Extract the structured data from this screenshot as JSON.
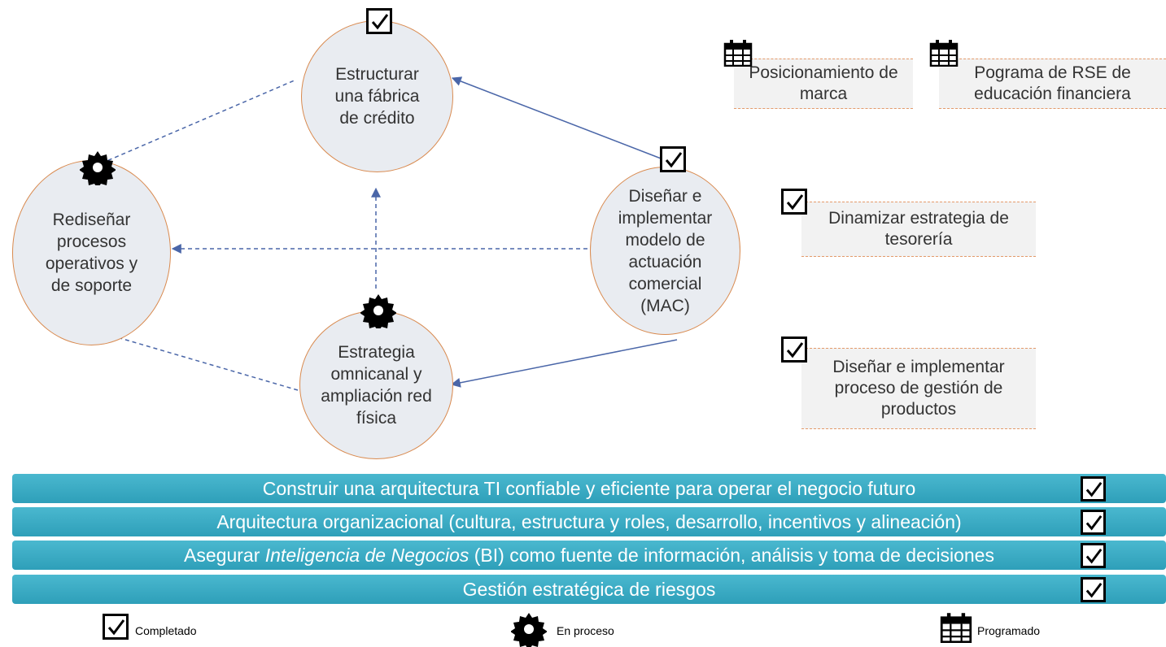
{
  "nodes": {
    "fabrica": "Estructurar una fábrica de crédito",
    "redisenar": "Rediseñar procesos operativos y de soporte",
    "mac": "Diseñar e implementar modelo de actuación comercial (MAC)",
    "omnicanal": "Estrategia omnicanal y ampliación red física"
  },
  "boxes": {
    "posicionamiento": "Posicionamiento de marca",
    "rse": "Pograma de RSE de educación financiera",
    "tesoreria": "Dinamizar estrategia de tesorería",
    "productos": "Diseñar e implementar proceso de gestión de productos"
  },
  "bars": {
    "bar1": "Construir una arquitectura TI confiable y eficiente para operar el negocio futuro",
    "bar2": "Arquitectura organizacional (cultura, estructura y roles, desarrollo, incentivos y alineación)",
    "bar3_prefix": "Asegurar ",
    "bar3_em": "Inteligencia de Negocios",
    "bar3_suffix": " (BI) como fuente de información, análisis y toma de decisiones",
    "bar4": "Gestión estratégica de riesgos"
  },
  "status": {
    "fabrica": "completado",
    "redisenar": "en-proceso",
    "mac": "completado",
    "omnicanal": "en-proceso",
    "posicionamiento": "programado",
    "rse": "programado",
    "tesoreria": "completado",
    "productos": "completado",
    "bar1": "completado",
    "bar2": "completado",
    "bar3": "completado",
    "bar4": "completado"
  },
  "legend": {
    "completado": "Completado",
    "en_proceso": "En proceso",
    "programado": "Programado"
  },
  "colors": {
    "circle_fill": "#e9ecf1",
    "circle_border": "#d98a4f",
    "arrow": "#4a66a8",
    "bar": "#34a8c1"
  }
}
